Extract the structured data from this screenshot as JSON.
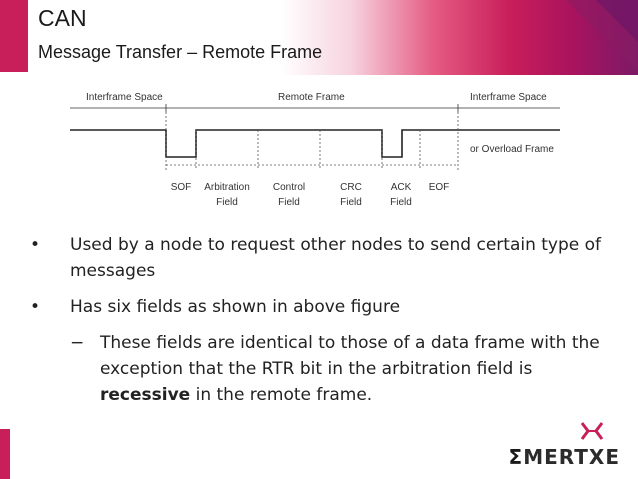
{
  "header": {
    "title": "CAN",
    "subtitle": "Message Transfer – Remote Frame"
  },
  "diagram": {
    "top_labels": {
      "interframe_left": "Interframe Space",
      "remote_frame": "Remote Frame",
      "interframe_right": "Interframe Space"
    },
    "overload_label": "or Overload Frame",
    "fields": [
      {
        "line1": "SOF",
        "line2": ""
      },
      {
        "line1": "Arbitration",
        "line2": "Field"
      },
      {
        "line1": "Control",
        "line2": "Field"
      },
      {
        "line1": "CRC",
        "line2": "Field"
      },
      {
        "line1": "ACK",
        "line2": "Field"
      },
      {
        "line1": "EOF",
        "line2": ""
      }
    ]
  },
  "bullets": {
    "item1": "Used by a node to request other nodes to send certain type of messages",
    "item2": "Has six fields as shown in above figure",
    "sub1_part1": "These fields are identical to those of a data frame with the exception that the RTR bit in the arbitration field is ",
    "sub1_bold": "recessive",
    "sub1_part2": " in the remote frame."
  },
  "glyphs": {
    "bullet": "•",
    "dash": "−"
  },
  "logo": {
    "sigma": "Σ",
    "text": "MERTXE"
  },
  "colors": {
    "accent": "#c81e5a",
    "accent_dark": "#7b1a67"
  }
}
